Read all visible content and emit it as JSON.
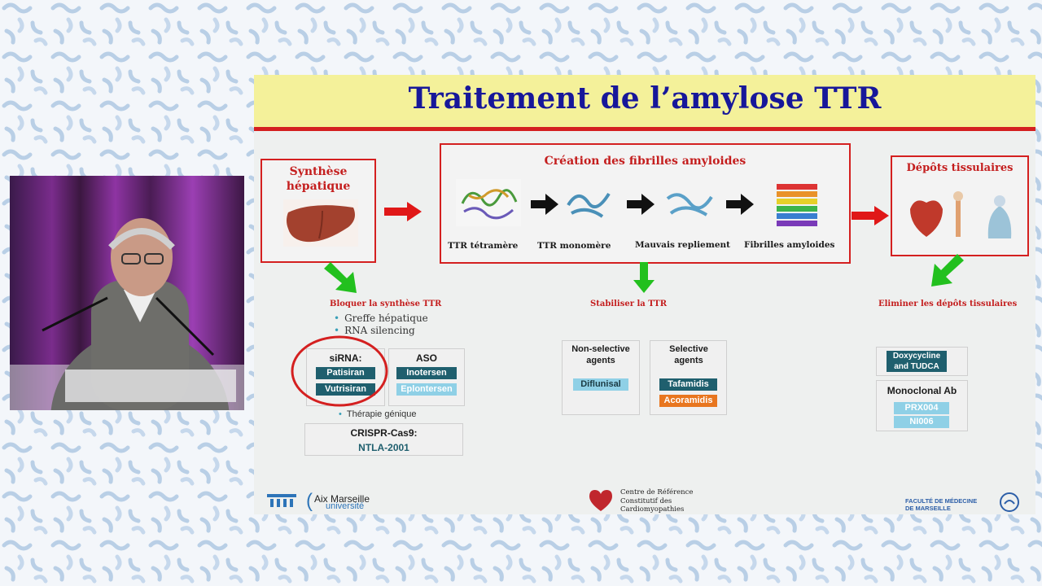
{
  "slide": {
    "title": "Traitement de l’amylose TTR",
    "synthese": {
      "title": "Synthèse hépatique"
    },
    "creation": {
      "title": "Création des fibrilles amyloides",
      "stages": [
        "TTR tétramère",
        "TTR monomère",
        "Mauvais repliement",
        "Fibrilles amyloides"
      ]
    },
    "depots": {
      "title": "Dépôts tissulaires"
    },
    "bloquer": {
      "heading": "Bloquer la synthèse TTR",
      "bullets": [
        "Greffe hépatique",
        "RNA silencing"
      ],
      "sirna": {
        "label": "siRNA:",
        "drugs": [
          "Patisiran",
          "Vutrisiran"
        ]
      },
      "aso": {
        "label": "ASO",
        "drugs": [
          "Inotersen",
          "Eplontersen"
        ]
      },
      "therapie": "Thérapie génique",
      "crispr": {
        "label": "CRISPR-Cas9:",
        "drug": "NTLA-2001"
      }
    },
    "stabiliser": {
      "heading": "Stabiliser la TTR",
      "nonselective": {
        "label": "Non-selective agents",
        "drug": "Diflunisal"
      },
      "selective": {
        "label": "Selective agents",
        "drugs": [
          "Tafamidis",
          "Acoramidis"
        ]
      }
    },
    "eliminer": {
      "heading": "Eliminer les dépôts tissulaires",
      "doxy": "Doxycycline and TUDCA",
      "monoclonal": {
        "label": "Monoclonal Ab",
        "drugs": [
          "PRX004",
          "NI006"
        ]
      }
    },
    "footer": {
      "amu_line1": "Aix Marseille",
      "amu_line2": "université",
      "centre": [
        "Centre de Référence",
        "Constitutif des",
        "Cardiomyopathies"
      ],
      "faculte": [
        "FACULTÉ DE MÉDECINE",
        "DE MARSEILLE"
      ]
    }
  },
  "colors": {
    "title_blue": "#17179a",
    "accent_red": "#d42020",
    "arrow_green": "#22c01e",
    "teal_dark": "#1f5f6e",
    "teal_light": "#8fd0e6",
    "orange": "#e8761f",
    "title_bg": "#f4f19a"
  }
}
